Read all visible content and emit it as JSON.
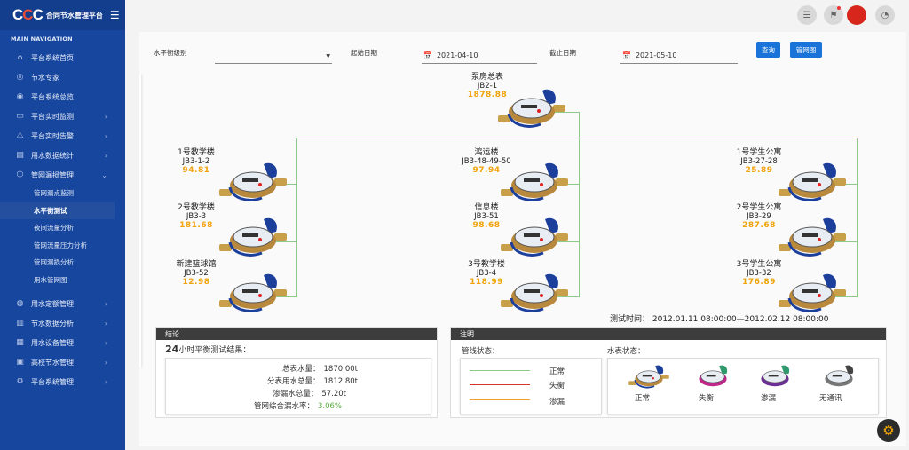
{
  "app": {
    "logo_c1": "C",
    "logo_c2": "C",
    "logo_c3": "C",
    "title": "合同节水管理平台",
    "nav_heading": "MAIN NAVIGATION"
  },
  "sidebar": {
    "items": [
      {
        "label": "平台系统首页",
        "icon": "home-icon"
      },
      {
        "label": "节水专家",
        "icon": "expert-icon"
      },
      {
        "label": "平台系统总览",
        "icon": "overview-icon"
      },
      {
        "label": "平台实时监测",
        "icon": "monitor-icon",
        "chevron": "›"
      },
      {
        "label": "平台实时告警",
        "icon": "alarm-icon",
        "chevron": "›"
      },
      {
        "label": "用水数据统计",
        "icon": "stats-icon",
        "chevron": "›"
      },
      {
        "label": "管网漏损管理",
        "icon": "pipe-icon",
        "chevron": "⌄"
      }
    ],
    "sub_items": [
      "管网漏点监测",
      "水平衡测试",
      "夜间流量分析",
      "管网流量压力分析",
      "管网漏损分析",
      "用水管网图"
    ],
    "items2": [
      {
        "label": "用水定额管理",
        "icon": "quota-icon",
        "chevron": "›"
      },
      {
        "label": "节水数据分析",
        "icon": "chart-icon",
        "chevron": "›"
      },
      {
        "label": "用水设备管理",
        "icon": "device-icon",
        "chevron": "›"
      },
      {
        "label": "高校节水管理",
        "icon": "school-icon",
        "chevron": "›"
      },
      {
        "label": "平台系统管理",
        "icon": "gear-icon",
        "chevron": "›"
      }
    ]
  },
  "filters": {
    "level_label": "水平衡级别",
    "start_label": "起始日期",
    "start_value": "2021-04-10",
    "end_label": "截止日期",
    "end_value": "2021-05-10",
    "query_btn": "查询",
    "map_btn": "管网图"
  },
  "meters": {
    "main": {
      "name": "泵房总表",
      "code": "JB2-1",
      "reading": "1878.88"
    },
    "left": [
      {
        "name": "1号教学楼",
        "code": "JB3-1-2",
        "reading": "94.81"
      },
      {
        "name": "2号教学楼",
        "code": "JB3-3",
        "reading": "181.68"
      },
      {
        "name": "新建篮球馆",
        "code": "JB3-52",
        "reading": "12.98"
      }
    ],
    "mid": [
      {
        "name": "鸿运楼",
        "code": "JB3-48-49-50",
        "reading": "97.94"
      },
      {
        "name": "信息楼",
        "code": "JB3-51",
        "reading": "98.68"
      },
      {
        "name": "3号教学楼",
        "code": "JB3-4",
        "reading": "118.99"
      }
    ],
    "right": [
      {
        "name": "1号学生公寓",
        "code": "JB3-27-28",
        "reading": "25.89"
      },
      {
        "name": "2号学生公寓",
        "code": "JB3-29",
        "reading": "287.68"
      },
      {
        "name": "3号学生公寓",
        "code": "JB3-32",
        "reading": "176.89"
      }
    ]
  },
  "test_time": "测试时间： 2012.01.11 08:00:00—2012.02.12 08:00:00",
  "conclusion": {
    "title": "结论",
    "result_hours": "24",
    "result_title": "小时平衡测试结果：",
    "rows": [
      {
        "label": "总表水量：",
        "value": "1870.00t"
      },
      {
        "label": "分表用水总量：",
        "value": "1812.80t"
      },
      {
        "label": "渗漏水总量：",
        "value": "57.20t"
      },
      {
        "label": "管网综合漏水率：",
        "value": "3.06%"
      }
    ]
  },
  "notes": {
    "title": "注明",
    "pipe_title": "管线状态：",
    "pipe_states": [
      {
        "label": "正常",
        "color": "#8fc98a"
      },
      {
        "label": "失衡",
        "color": "#d8342a"
      },
      {
        "label": "渗漏",
        "color": "#f0a030"
      }
    ],
    "meter_title": "水表状态：",
    "meter_states": [
      {
        "label": "正常",
        "color": "#1d3f9c"
      },
      {
        "label": "失衡",
        "color": "#c0268a"
      },
      {
        "label": "渗漏",
        "color": "#6d2f95"
      },
      {
        "label": "无通讯",
        "color": "#777777"
      }
    ]
  }
}
